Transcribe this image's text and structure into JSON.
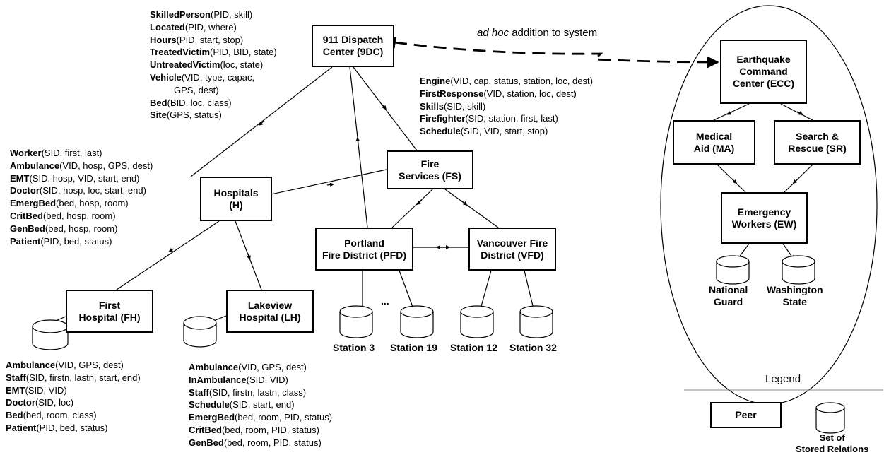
{
  "peers": {
    "dispatch": [
      "911 Dispatch",
      "Center (9DC)"
    ],
    "ecc": [
      "Earthquake",
      "Command",
      "Center (ECC)"
    ],
    "ma": [
      "Medical",
      "Aid (MA)"
    ],
    "sr": [
      "Search &",
      "Rescue (SR)"
    ],
    "ew": [
      "Emergency",
      "Workers (EW)"
    ],
    "fs": [
      "Fire",
      "Services (FS)"
    ],
    "hospitals": [
      "Hospitals",
      "(H)"
    ],
    "pfd": [
      "Portland",
      "Fire District (PFD)"
    ],
    "vfd": [
      "Vancouver Fire",
      "District (VFD)"
    ],
    "fh": [
      "First",
      "Hospital (FH)"
    ],
    "lh": [
      "Lakeview",
      "Hospital (LH)"
    ]
  },
  "adhoc": {
    "italic": "ad hoc",
    "rest": " addition to system"
  },
  "relations": {
    "dispatch": [
      {
        "name": "SkilledPerson",
        "args": "(PID, skill)"
      },
      {
        "name": "Located",
        "args": "(PID, where)"
      },
      {
        "name": "Hours",
        "args": "(PID, start, stop)"
      },
      {
        "name": "TreatedVictim",
        "args": "(PID, BID, state)"
      },
      {
        "name": "UntreatedVictim",
        "args": "(loc, state)"
      },
      {
        "name": "Vehicle",
        "args": "(VID, type, capac,"
      },
      {
        "name": "",
        "args": "GPS, dest)"
      },
      {
        "name": "Bed",
        "args": "(BID, loc, class)"
      },
      {
        "name": "Site",
        "args": "(GPS, status)"
      }
    ],
    "fs": [
      {
        "name": "Engine",
        "args": "(VID, cap, status, station, loc, dest)"
      },
      {
        "name": "FirstResponse",
        "args": "(VID, station, loc, dest)"
      },
      {
        "name": "Skills",
        "args": "(SID, skill)"
      },
      {
        "name": "Firefighter",
        "args": "(SID, station, first, last)"
      },
      {
        "name": "Schedule",
        "args": "(SID, VID, start, stop)"
      }
    ],
    "hospitals": [
      {
        "name": "Worker",
        "args": "(SID, first, last)"
      },
      {
        "name": "Ambulance",
        "args": "(VID, hosp, GPS, dest)"
      },
      {
        "name": "EMT",
        "args": "(SID, hosp, VID, start, end)"
      },
      {
        "name": "Doctor",
        "args": "(SID, hosp, loc, start, end)"
      },
      {
        "name": "EmergBed",
        "args": "(bed, hosp, room)"
      },
      {
        "name": "CritBed",
        "args": "(bed, hosp, room)"
      },
      {
        "name": "GenBed",
        "args": "(bed, hosp, room)"
      },
      {
        "name": "Patient",
        "args": "(PID, bed, status)"
      }
    ],
    "fh": [
      {
        "name": "Ambulance",
        "args": "(VID, GPS, dest)"
      },
      {
        "name": "Staff",
        "args": "(SID, firstn, lastn, start, end)"
      },
      {
        "name": "EMT",
        "args": "(SID, VID)"
      },
      {
        "name": "Doctor",
        "args": "(SID, loc)"
      },
      {
        "name": "Bed",
        "args": "(bed, room, class)"
      },
      {
        "name": "Patient",
        "args": "(PID, bed, status)"
      }
    ],
    "lh": [
      {
        "name": "Ambulance",
        "args": "(VID, GPS, dest)"
      },
      {
        "name": "InAmbulance",
        "args": "(SID, VID)"
      },
      {
        "name": "Staff",
        "args": "(SID, firstn, lastn, class)"
      },
      {
        "name": "Schedule",
        "args": "(SID, start, end)"
      },
      {
        "name": "EmergBed",
        "args": "(bed, room, PID, status)"
      },
      {
        "name": "CritBed",
        "args": "(bed, room, PID, status)"
      },
      {
        "name": "GenBed",
        "args": "(bed, room, PID, status)"
      }
    ]
  },
  "stores": {
    "station3": "Station 3",
    "station19": "Station 19",
    "station12": "Station 12",
    "station32": "Station 32",
    "ellipsis": "...",
    "national_guard": [
      "National",
      "Guard"
    ],
    "washington_state": [
      "Washington",
      "State"
    ]
  },
  "legend": {
    "title": "Legend",
    "peer": "Peer",
    "stored": [
      "Set of",
      "Stored Relations"
    ]
  }
}
